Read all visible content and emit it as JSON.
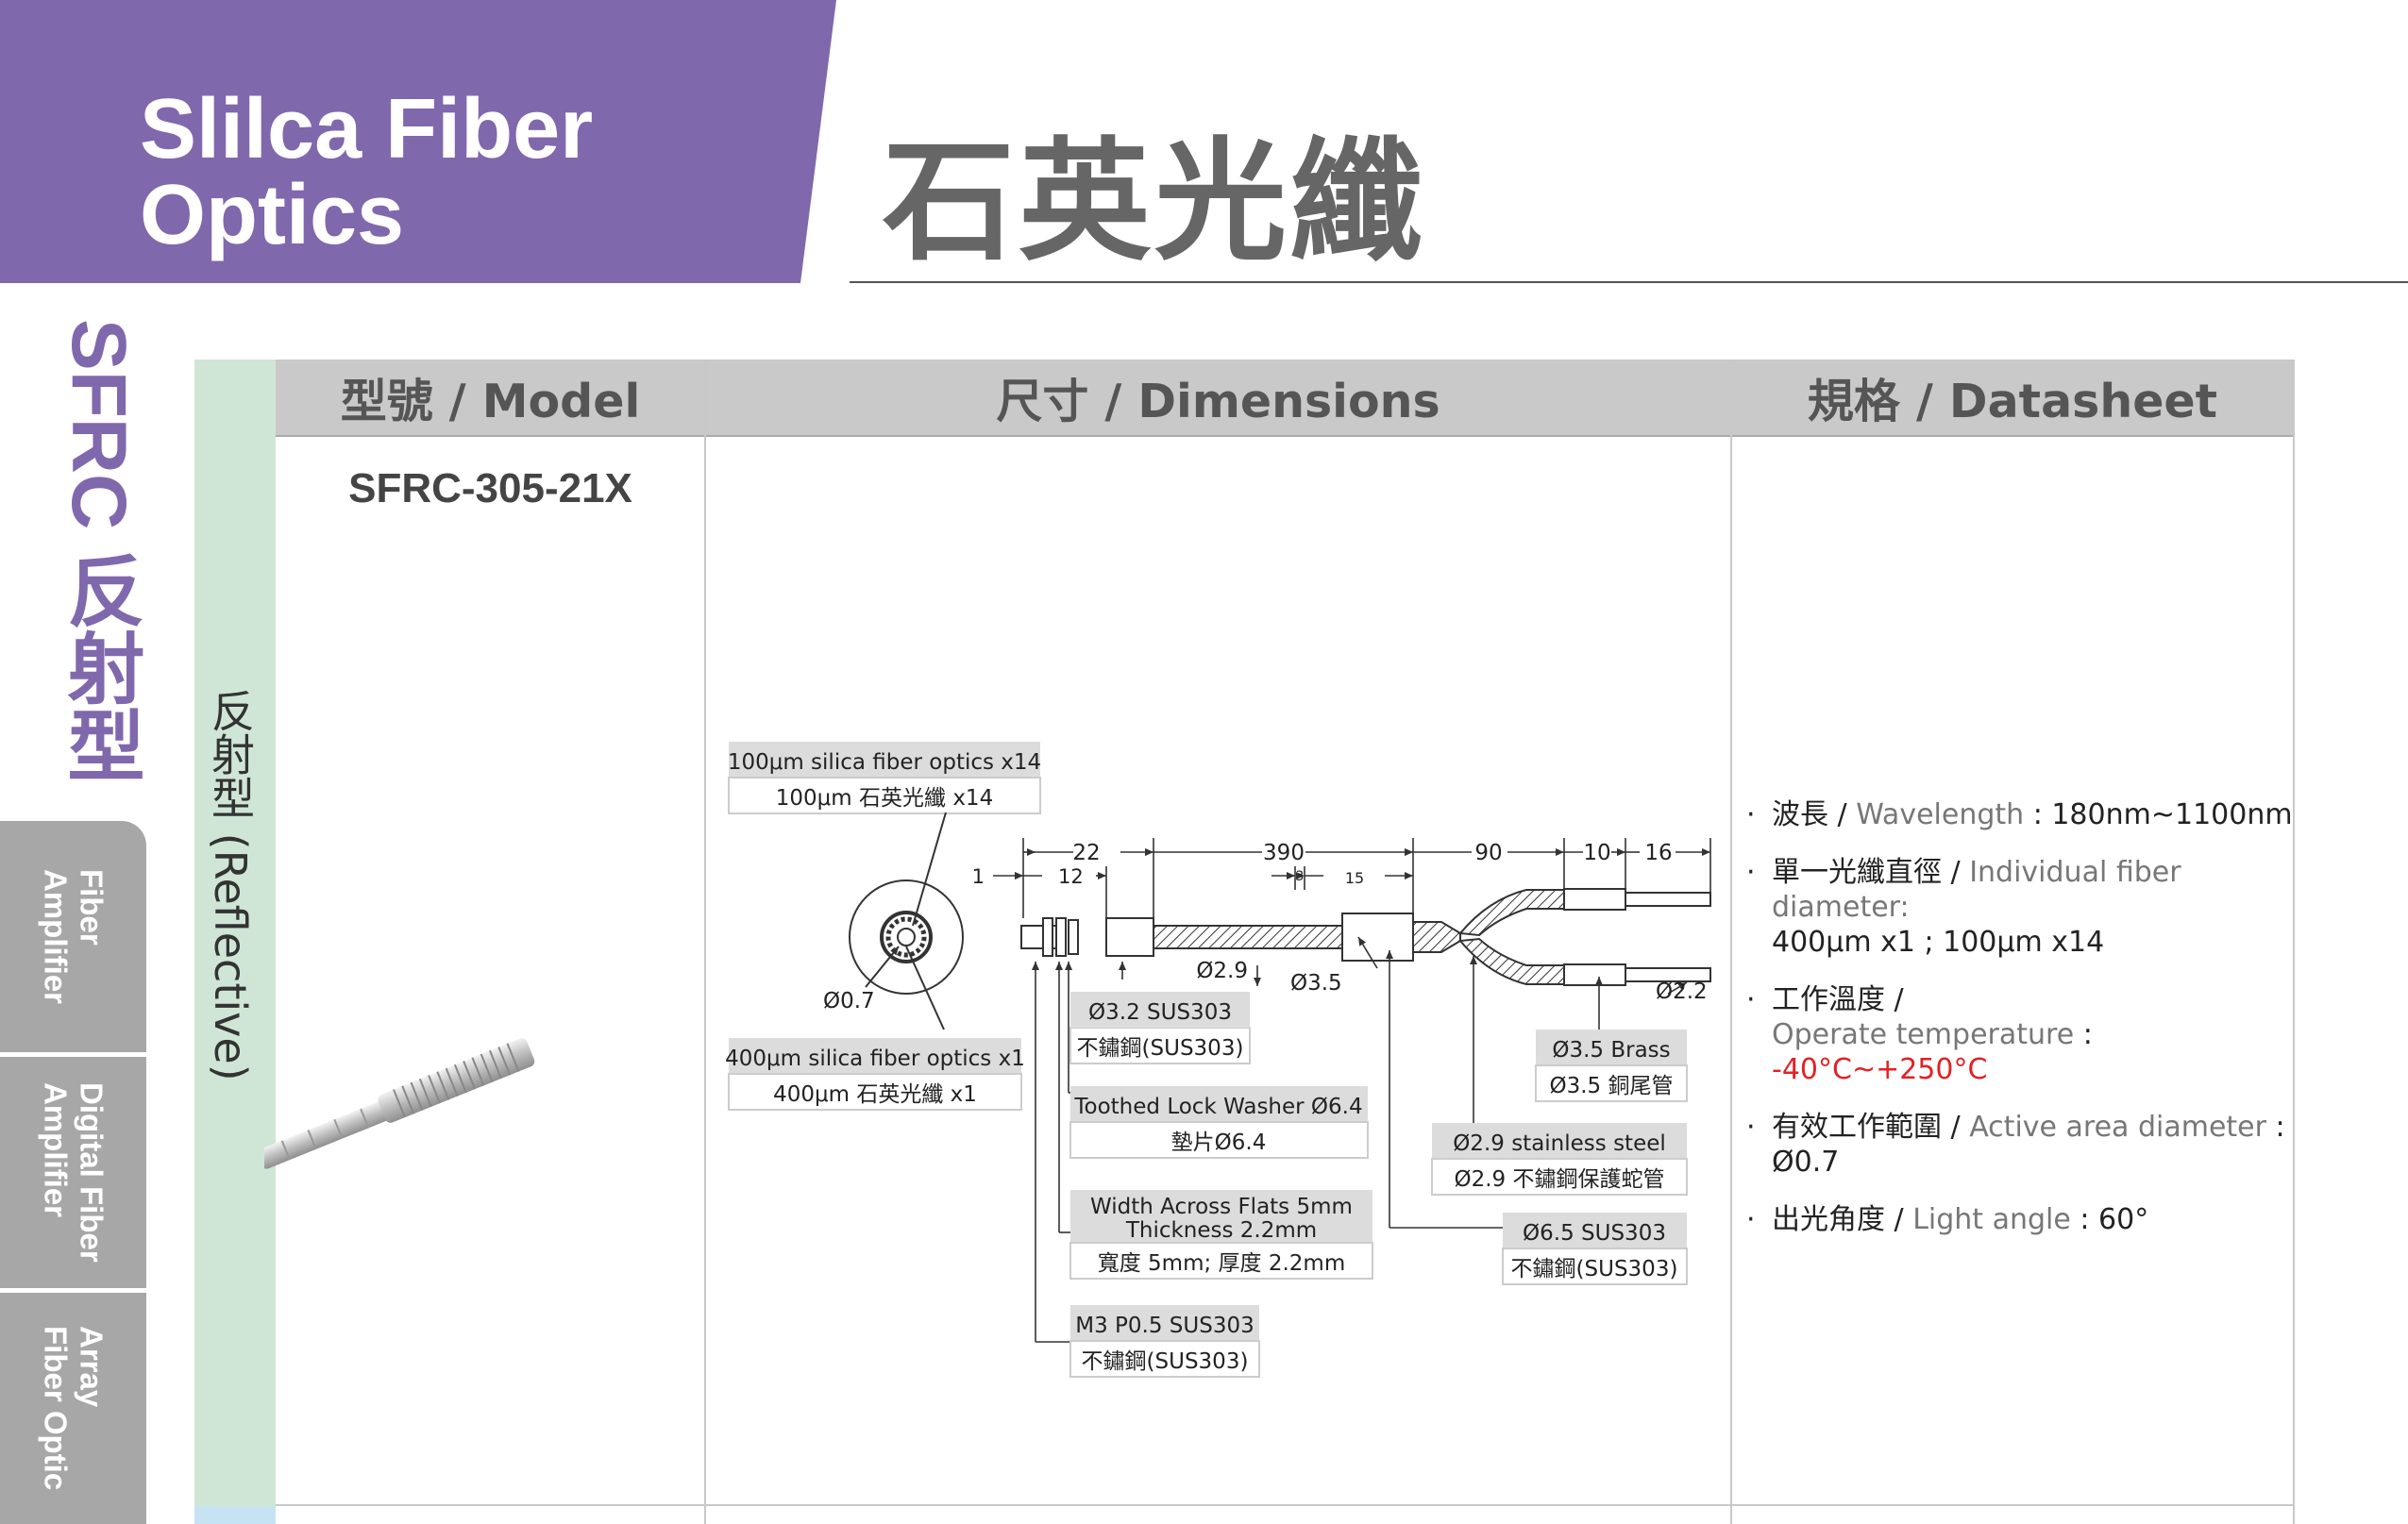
{
  "header": {
    "title_en_line1": "Slilca Fiber",
    "title_en_line2": "Optics",
    "title_zh": "石英光纖",
    "brand_color": "#8068ad"
  },
  "sidebar": {
    "section_title": "SFRC 反射型",
    "tabs": [
      {
        "line1": "Fiber",
        "line2": "Amplifier"
      },
      {
        "line1": "Digital Fiber",
        "line2": "Amplifier"
      },
      {
        "line1": "Array",
        "line2": "Fiber Optic"
      }
    ]
  },
  "category_label": "反射型 (Reflective)",
  "table": {
    "headers": {
      "model": "型號 / Model",
      "dimensions": "尺寸 / Dimensions",
      "datasheet": "規格 / Datasheet"
    },
    "model_name": "SFRC-305-21X"
  },
  "drawing": {
    "callouts": {
      "fiber100_en": "100μm silica fiber optics x14",
      "fiber100_zh": "100μm 石英光纖 x14",
      "fiber400_en": "400μm silica fiber optics x1",
      "fiber400_zh": "400μm 石英光纖 x1",
      "sus32_en": "Ø3.2 SUS303",
      "sus32_zh": "不鏽鋼(SUS303)",
      "washer_en": "Toothed Lock Washer Ø6.4",
      "washer_zh": "墊片Ø6.4",
      "flats_en_1": "Width Across Flats 5mm",
      "flats_en_2": "Thickness 2.2mm",
      "flats_zh": "寬度 5mm; 厚度 2.2mm",
      "m3_en": "M3 P0.5 SUS303",
      "m3_zh": "不鏽鋼(SUS303)",
      "brass_en": "Ø3.5 Brass",
      "brass_zh": "Ø3.5 銅尾管",
      "ss29_en": "Ø2.9 stainless steel",
      "ss29_zh": "Ø2.9 不鏽鋼保護蛇管",
      "sus65_en": "Ø6.5 SUS303",
      "sus65_zh": "不鏽鋼(SUS303)"
    },
    "dims": {
      "d22": "22",
      "d390": "390",
      "d90": "90",
      "d10": "10",
      "d16": "16",
      "d1": "1",
      "d12": "12",
      "d3": "3",
      "d15": "15",
      "dia07": "Ø0.7",
      "dia29": "Ø2.9",
      "dia35": "Ø3.5",
      "dia22": "Ø2.2"
    }
  },
  "datasheet": {
    "wavelength": {
      "zh": "波長",
      "en": "Wavelength",
      "value": "180nm~1100nm"
    },
    "fiber_diameter": {
      "zh": "單一光纖直徑",
      "en": "Individual fiber diameter:",
      "value": "400μm x1 ; 100μm x14"
    },
    "temperature": {
      "zh": "工作溫度 /",
      "en": "Operate temperature",
      "value": "-40°C~+250°C"
    },
    "active_area": {
      "zh": "有效工作範圍",
      "en": "Active area diameter",
      "value": "Ø0.7"
    },
    "light_angle": {
      "zh": "出光角度",
      "en": "Light angle",
      "value": "60°"
    },
    "accent_red": "#e32024"
  }
}
